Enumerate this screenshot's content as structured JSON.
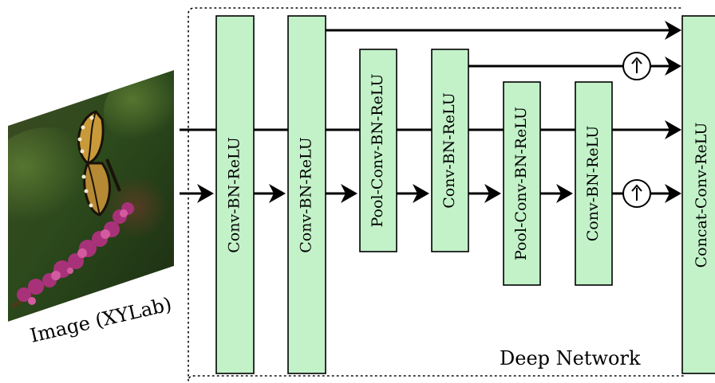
{
  "image_caption": "Image (XYLab)",
  "network_title": "Deep Network",
  "blocks": [
    {
      "label": "Conv-BN-ReLU"
    },
    {
      "label": "Conv-BN-ReLU"
    },
    {
      "label": "Pool-Conv-BN-ReLU"
    },
    {
      "label": "Conv-BN-ReLU"
    },
    {
      "label": "Pool-Conv-BN-ReLU"
    },
    {
      "label": "Conv-BN-ReLU"
    },
    {
      "label": "Concat-Conv-ReLU"
    }
  ],
  "icons": {
    "upsample": "upsample-icon",
    "input_image": "butterfly-image"
  },
  "colors": {
    "block_fill": "#c3f2c9",
    "stroke": "#000000"
  }
}
